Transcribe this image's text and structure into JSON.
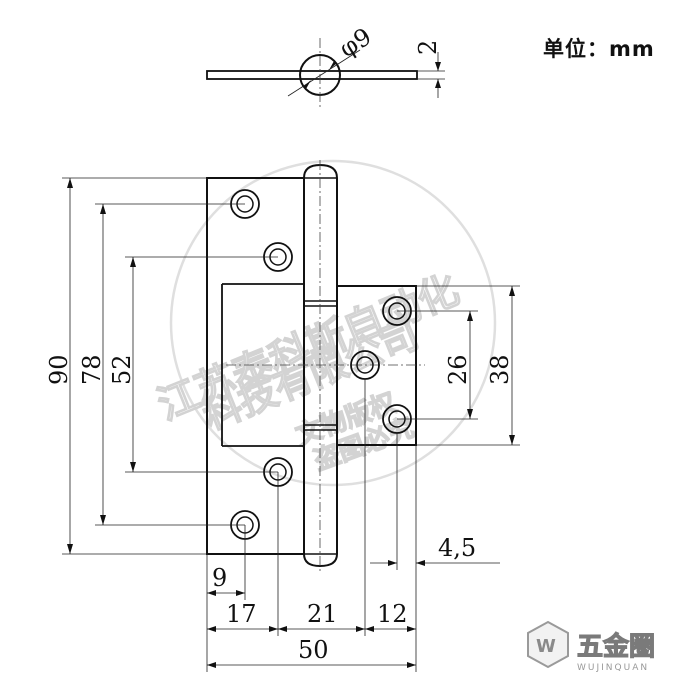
{
  "unit_label": "单位：mm",
  "side_view": {
    "diameter_label": "φ9",
    "thickness_label": "2"
  },
  "dimensions": {
    "overall_height": "90",
    "outer_hole_spacing": "78",
    "inner_hole_spacing": "52",
    "short_leaf_hole_spacing": "26",
    "short_leaf_height": "38",
    "hole_edge_offset": "9",
    "leaf_width_left": "17",
    "knuckle_width": "21",
    "leaf_width_right": "12",
    "hole_offset_right": "4,5",
    "overall_width": "50"
  },
  "watermark": {
    "line1": "江苏泰科斯自动化",
    "line2": "科技有限公司",
    "line3": "文物版权",
    "line4": "盗图必究"
  },
  "logo": {
    "name": "五金圈",
    "subtitle": "WUJINQUAN"
  }
}
